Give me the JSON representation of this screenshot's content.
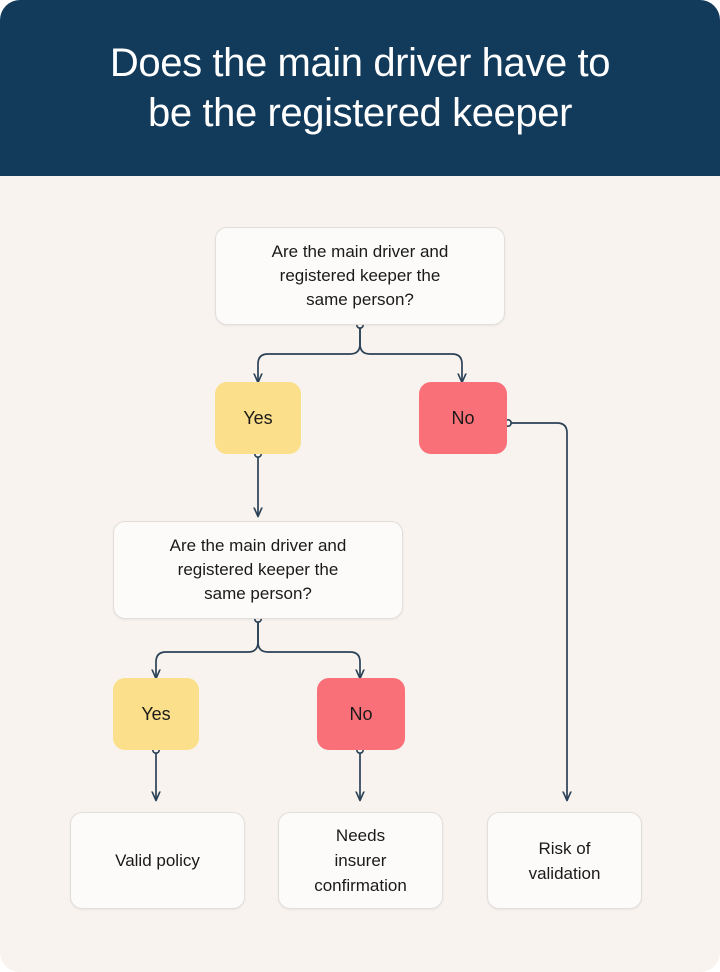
{
  "header": {
    "title": "Does the main driver have to\nbe the registered keeper",
    "background": "#123A5A",
    "text_color": "#FFFFFF"
  },
  "canvas": {
    "background": "#F8F3EF"
  },
  "palette": {
    "navy": "#123A5A",
    "cream": "#F8F3EF",
    "node_fill": "#FCFBFA",
    "node_border": "#E2DEDA",
    "yes_yellow": "#FCDF8A",
    "no_red": "#FA7078",
    "connector": "#2B4157",
    "text": "#1A1A1A"
  },
  "flowchart": {
    "type": "decision-tree",
    "nodes": [
      {
        "id": "q1",
        "kind": "question",
        "label": "Are the main driver and\nregistered keeper the\nsame person?"
      },
      {
        "id": "q1-yes",
        "kind": "pill",
        "variant": "yes",
        "label": "Yes"
      },
      {
        "id": "q1-no",
        "kind": "pill",
        "variant": "no",
        "label": "No"
      },
      {
        "id": "q2",
        "kind": "question",
        "label": "Are the main driver and\nregistered keeper the\nsame person?"
      },
      {
        "id": "q2-yes",
        "kind": "pill",
        "variant": "yes",
        "label": "Yes"
      },
      {
        "id": "q2-no",
        "kind": "pill",
        "variant": "no",
        "label": "No"
      },
      {
        "id": "r1",
        "kind": "result",
        "label": "Valid policy"
      },
      {
        "id": "r2",
        "kind": "result",
        "label": "Needs\ninsurer\nconfirmation"
      },
      {
        "id": "r3",
        "kind": "result",
        "label": "Risk of\nvalidation"
      }
    ],
    "edges": [
      {
        "from": "q1",
        "to": "q1-yes"
      },
      {
        "from": "q1",
        "to": "q1-no"
      },
      {
        "from": "q1-yes",
        "to": "q2"
      },
      {
        "from": "q1-no",
        "to": "r3"
      },
      {
        "from": "q2",
        "to": "q2-yes"
      },
      {
        "from": "q2",
        "to": "q2-no"
      },
      {
        "from": "q2-yes",
        "to": "r1"
      },
      {
        "from": "q2-no",
        "to": "r2"
      }
    ]
  }
}
